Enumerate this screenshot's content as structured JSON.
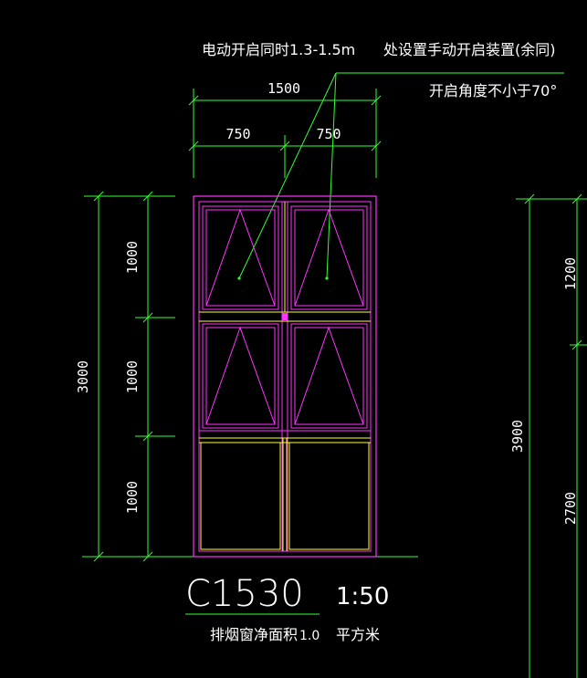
{
  "colors": {
    "background": "#000000",
    "dimension": "#33ff33",
    "frame": "#ff33ff",
    "glass": "#ffff33",
    "text": "#ffffff"
  },
  "notes": {
    "line1_a": "电动开启同时1.3-1.5m",
    "line1_b": "处设置手动开启装置(余同)",
    "line2": "开启角度不小于70°"
  },
  "dimensions": {
    "overall_width": "1500",
    "left_pane_width": "750",
    "right_pane_width": "750",
    "overall_height": "3000",
    "upper_row_height": "1000",
    "middle_row_height": "1000",
    "lower_row_height": "1000",
    "right_total_height": "3900",
    "right_upper_height": "1200",
    "right_lower_height": "2700"
  },
  "window_tag": {
    "code": "C1530",
    "scale": "1:50"
  },
  "vent_area": {
    "label": "排烟窗净面积",
    "value": "1.0",
    "unit": "平方米"
  }
}
